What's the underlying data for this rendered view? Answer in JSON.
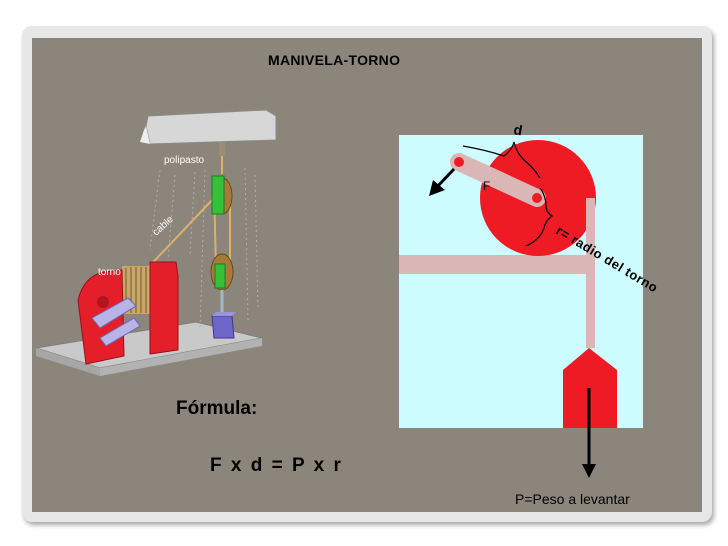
{
  "title": "MANIVELA-TORNO",
  "left_figure": {
    "labels": {
      "polipasto": "polipasto",
      "cable": "cable",
      "torno": "torno"
    }
  },
  "right_figure": {
    "labels": {
      "d": "d",
      "F": "F",
      "radio": "r= radio del torno"
    }
  },
  "formula_label": "Fórmula:",
  "formula": "F x d = P x r",
  "peso_label": "P=Peso a levantar",
  "colors": {
    "slide_bg": "#8c857b",
    "panel_bg": "#ccfcfd",
    "wheel_red": "#ee1b24",
    "crank_pink": "#dbb6b7",
    "clamp_green": "#2fbf33"
  }
}
